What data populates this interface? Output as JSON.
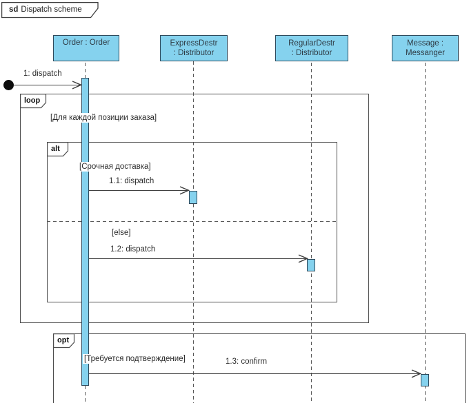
{
  "frame": {
    "keyword": "sd",
    "title": "Dispatch scheme"
  },
  "lifelines": {
    "order": {
      "line1": "Order : Order"
    },
    "express": {
      "line1": "ExpressDestr",
      "line2": ": Distributor"
    },
    "regular": {
      "line1": "RegularDestr",
      "line2": ": Distributor"
    },
    "messanger": {
      "line1": "Message :",
      "line2": "Messanger"
    }
  },
  "fragments": {
    "loop": {
      "operator": "loop",
      "guard": "[Для каждой позиции заказа]"
    },
    "alt": {
      "operator": "alt",
      "guard1": "[Срочная доставка]",
      "guard2": "[else]"
    },
    "opt": {
      "operator": "opt",
      "guard": "[Требуется подтверждение]"
    }
  },
  "messages": {
    "m1": {
      "label": "1: dispatch"
    },
    "m11": {
      "label": "1.1: dispatch"
    },
    "m12": {
      "label": "1.2: dispatch"
    },
    "m13": {
      "label": "1.3: confirm"
    }
  },
  "colors": {
    "shape_fill": "#85d2ee",
    "shape_border": "#2f4a5c",
    "frame_line": "#4d4d4d",
    "message_line": "#3f3f3f"
  }
}
